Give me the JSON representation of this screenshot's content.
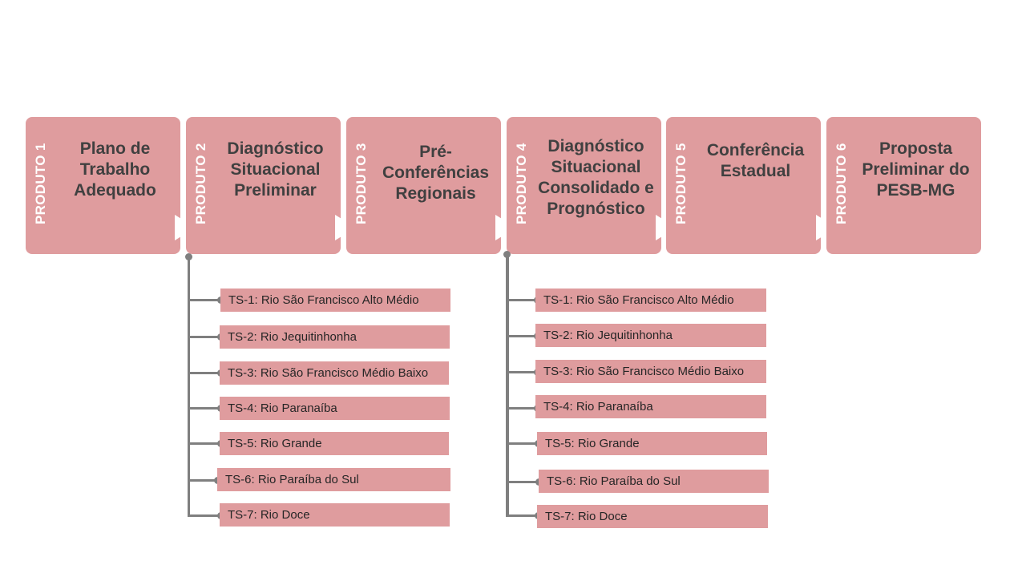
{
  "products": [
    {
      "tag": "PRODUTO 1",
      "title": "Plano de Trabalho Adequado"
    },
    {
      "tag": "PRODUTO 2",
      "title": "Diagnóstico Situacional Preliminar"
    },
    {
      "tag": "PRODUTO 3",
      "title": "Pré-Conferências Regionais"
    },
    {
      "tag": "PRODUTO 4",
      "title": "Diagnóstico Situacional Consolidado e Prognóstico"
    },
    {
      "tag": "PRODUTO 5",
      "title": "Conferência Estadual"
    },
    {
      "tag": "PRODUTO 6",
      "title": "Proposta Preliminar do PESB-MG"
    }
  ],
  "branch_left": [
    "TS-1: Rio São Francisco Alto Médio",
    "TS-2: Rio Jequitinhonha",
    "TS-3: Rio São Francisco Médio Baixo",
    "TS-4: Rio Paranaíba",
    "TS-5: Rio Grande",
    "TS-6: Rio Paraíba do Sul",
    "TS-7: Rio Doce"
  ],
  "branch_right": [
    "TS-1: Rio São Francisco Alto Médio",
    "TS-2: Rio Jequitinhonha",
    "TS-3: Rio São Francisco Médio Baixo",
    "TS-4: Rio Paranaíba",
    "TS-5: Rio Grande",
    "TS-6: Rio Paraíba do Sul",
    "TS-7: Rio Doce"
  ],
  "colors": {
    "box": "#df9c9e",
    "title": "#404040",
    "connector": "#7f7f7f"
  }
}
